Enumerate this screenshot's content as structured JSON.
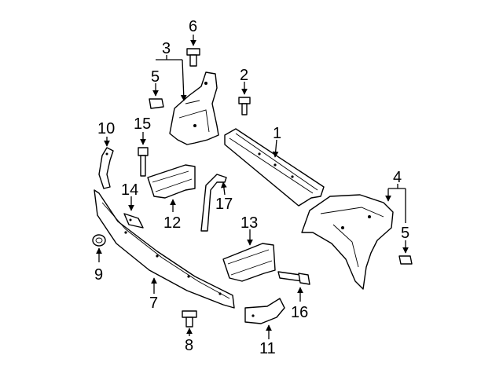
{
  "callouts": {
    "c1": "1",
    "c2": "2",
    "c3": "3",
    "c4": "4",
    "c5a": "5",
    "c5b": "5",
    "c6": "6",
    "c7": "7",
    "c8": "8",
    "c9": "9",
    "c10": "10",
    "c11": "11",
    "c12": "12",
    "c13": "13",
    "c14": "14",
    "c15": "15",
    "c16": "16",
    "c17": "17"
  },
  "colors": {
    "line": "#000000",
    "background": "#ffffff"
  }
}
